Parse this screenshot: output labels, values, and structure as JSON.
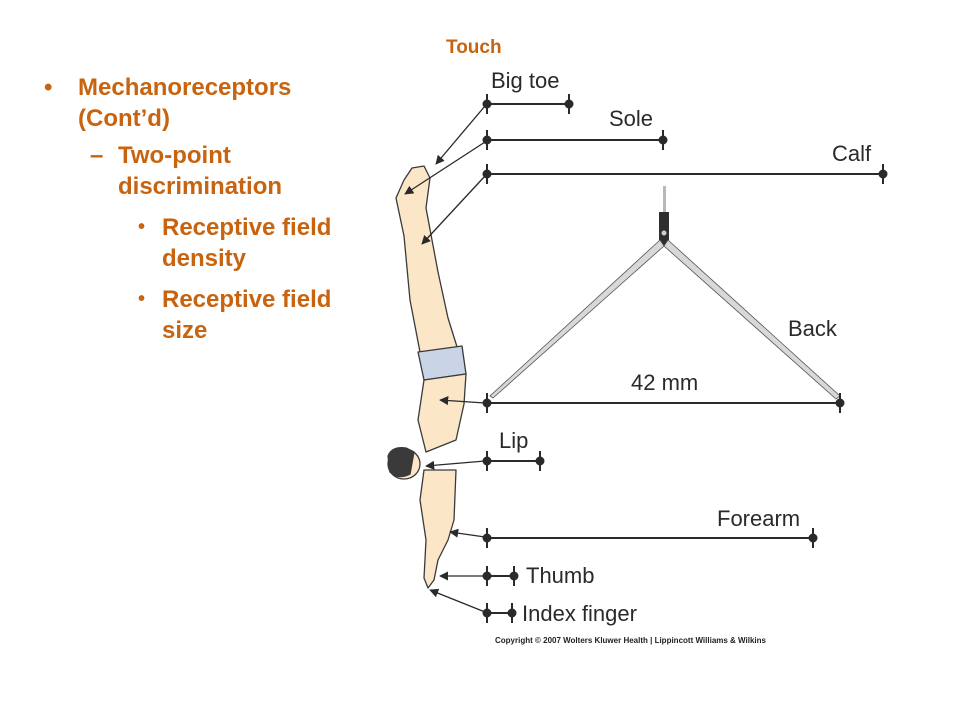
{
  "slide": {
    "title": "Touch"
  },
  "bullets": {
    "level1": {
      "mark": "•",
      "text": "Mechanoreceptors (Cont’d)"
    },
    "level2": {
      "mark": "–",
      "text": "Two-point discrimination"
    },
    "level3": [
      {
        "mark": "•",
        "text": "Receptive field density"
      },
      {
        "mark": "•",
        "text": "Receptive field size"
      }
    ]
  },
  "figure": {
    "labels": {
      "big_toe": "Big toe",
      "sole": "Sole",
      "calf": "Calf",
      "back": "Back",
      "measure": "42 mm",
      "lip": "Lip",
      "forearm": "Forearm",
      "thumb": "Thumb",
      "index_finger": "Index finger"
    },
    "copyright": "Copyright © 2007 Wolters Kluwer Health | Lippincott Williams & Wilkins"
  },
  "colors": {
    "accent": "#c8630f",
    "skin": "#fbe6c8",
    "shorts": "#c9d4e6",
    "hair": "#3a3a3a",
    "line": "#2a2a2a"
  }
}
